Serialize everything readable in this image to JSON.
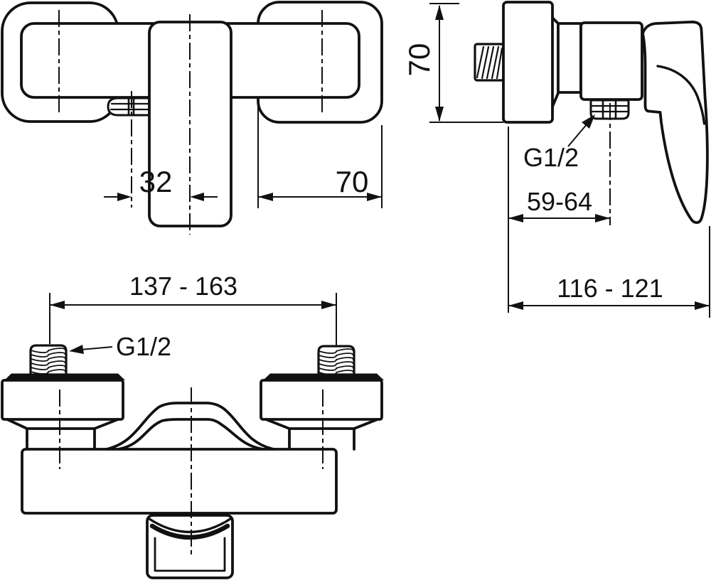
{
  "colors": {
    "ink": "#111111",
    "paper": "#ffffff"
  },
  "front_view": {
    "dim_handle_width": "32",
    "dim_flange_width": "70"
  },
  "side_view": {
    "dim_height": "70",
    "outlet_thread_label": "G1/2",
    "dim_outlet_center": "59-64",
    "dim_depth": "116 - 121"
  },
  "bottom_view": {
    "dim_inlet_centers": "137 - 163",
    "inlet_thread_label": "G1/2"
  }
}
